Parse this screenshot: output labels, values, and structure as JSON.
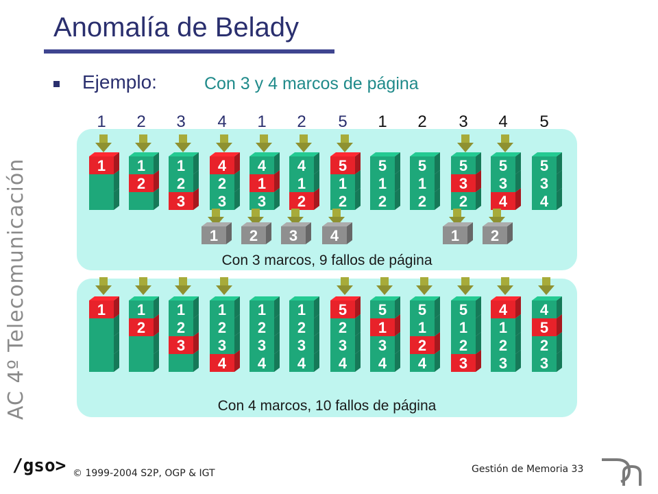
{
  "title": "Anomalía de Belady",
  "subtitle_label": "Ejemplo:",
  "subtitle_detail": "Con 3 y 4 marcos de página",
  "reference_string": [
    "1",
    "2",
    "3",
    "4",
    "1",
    "2",
    "5",
    "1",
    "2",
    "3",
    "4",
    "5"
  ],
  "colors": {
    "frame": "#1ea87a",
    "fault": "#e8222a",
    "arrow": "#a7ab3a",
    "panel": "#bff5ef",
    "evicted": "#8f8f8f",
    "title": "#2a2f6e",
    "accent_text": "#1f8a8a"
  },
  "scenario_3": {
    "caption": "Con 3 marcos, 9 fallos de página",
    "steps": [
      {
        "frames": [
          "1",
          "",
          ""
        ],
        "fault_index": 0,
        "evicted": ""
      },
      {
        "frames": [
          "1",
          "2",
          ""
        ],
        "fault_index": 1,
        "evicted": ""
      },
      {
        "frames": [
          "1",
          "2",
          "3"
        ],
        "fault_index": 2,
        "evicted": ""
      },
      {
        "frames": [
          "4",
          "2",
          "3"
        ],
        "fault_index": 0,
        "evicted": "1"
      },
      {
        "frames": [
          "4",
          "1",
          "3"
        ],
        "fault_index": 1,
        "evicted": "2"
      },
      {
        "frames": [
          "4",
          "1",
          "2"
        ],
        "fault_index": 2,
        "evicted": "3"
      },
      {
        "frames": [
          "5",
          "1",
          "2"
        ],
        "fault_index": 0,
        "evicted": "4"
      },
      {
        "frames": [
          "5",
          "1",
          "2"
        ],
        "fault_index": -1,
        "evicted": ""
      },
      {
        "frames": [
          "5",
          "1",
          "2"
        ],
        "fault_index": -1,
        "evicted": ""
      },
      {
        "frames": [
          "5",
          "3",
          "2"
        ],
        "fault_index": 1,
        "evicted": "1"
      },
      {
        "frames": [
          "5",
          "3",
          "4"
        ],
        "fault_index": 2,
        "evicted": "2"
      },
      {
        "frames": [
          "5",
          "3",
          "4"
        ],
        "fault_index": -1,
        "evicted": ""
      }
    ]
  },
  "scenario_4": {
    "caption": "Con 4 marcos, 10 fallos de página",
    "steps": [
      {
        "frames": [
          "1",
          "",
          "",
          ""
        ],
        "fault_index": 0
      },
      {
        "frames": [
          "1",
          "2",
          "",
          ""
        ],
        "fault_index": 1
      },
      {
        "frames": [
          "1",
          "2",
          "3",
          ""
        ],
        "fault_index": 2
      },
      {
        "frames": [
          "1",
          "2",
          "3",
          "4"
        ],
        "fault_index": 3
      },
      {
        "frames": [
          "1",
          "2",
          "3",
          "4"
        ],
        "fault_index": -1
      },
      {
        "frames": [
          "1",
          "2",
          "3",
          "4"
        ],
        "fault_index": -1
      },
      {
        "frames": [
          "5",
          "2",
          "3",
          "4"
        ],
        "fault_index": 0
      },
      {
        "frames": [
          "5",
          "1",
          "3",
          "4"
        ],
        "fault_index": 1
      },
      {
        "frames": [
          "5",
          "1",
          "2",
          "4"
        ],
        "fault_index": 2
      },
      {
        "frames": [
          "5",
          "1",
          "2",
          "3"
        ],
        "fault_index": 3
      },
      {
        "frames": [
          "4",
          "1",
          "2",
          "3"
        ],
        "fault_index": 0
      },
      {
        "frames": [
          "4",
          "5",
          "2",
          "3"
        ],
        "fault_index": 1
      }
    ]
  },
  "side_text": "AC 4º Telecomunicación",
  "footer": {
    "logo": "/gso>",
    "copyright": "© 1999-2004 S2P, OGP & IGT",
    "page": "Gestión de Memoria 33"
  }
}
